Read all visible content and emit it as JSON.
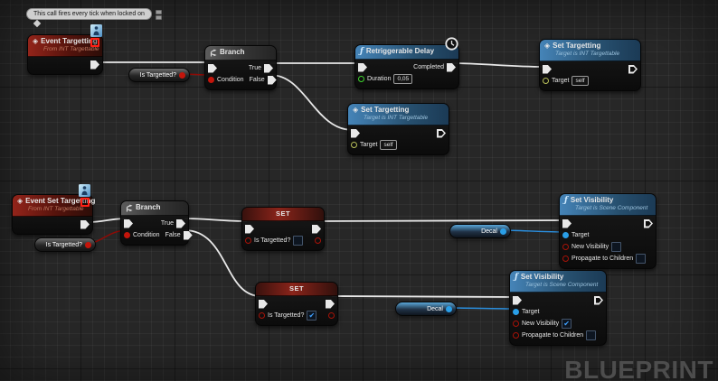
{
  "watermark": "BLUEPRINT",
  "comment": {
    "text": "This call fires every tick when locked on"
  },
  "colors": {
    "exec_wire": "#e8e8e8",
    "bool_wire": "#8e0b06",
    "object_wire": "#2a8fdf",
    "event_header": "#93241a",
    "function_header": "#4584b8",
    "float_pin": "#3fd32f",
    "interface_pin": "#b8c05a"
  },
  "nodes": {
    "event_targetting": {
      "title": "Event Targetting",
      "subtitle": "From INT Targettable"
    },
    "branch_top": {
      "title": "Branch",
      "true_label": "True",
      "false_label": "False",
      "condition_label": "Condition"
    },
    "retriggerable_delay": {
      "title": "Retriggerable Delay",
      "completed_label": "Completed",
      "duration_label": "Duration",
      "duration_value": "0,05"
    },
    "set_targetting_right": {
      "title": "Set Targetting",
      "subtitle": "Target is INT Targettable",
      "target_label": "Target",
      "target_value": "self"
    },
    "set_targetting_mid": {
      "title": "Set Targetting",
      "subtitle": "Target is INT Targettable",
      "target_label": "Target",
      "target_value": "self"
    },
    "event_set_targetting": {
      "title": "Event Set Targetting",
      "subtitle": "From INT Targettable"
    },
    "branch_bottom": {
      "title": "Branch",
      "true_label": "True",
      "false_label": "False",
      "condition_label": "Condition"
    },
    "set_top": {
      "title": "SET",
      "pin_label": "Is Targetted?",
      "checkbox": ""
    },
    "set_bottom": {
      "title": "SET",
      "pin_label": "Is Targetted?",
      "checkbox": "✔"
    },
    "set_visibility_top": {
      "title": "Set Visibility",
      "subtitle": "Target is Scene Component",
      "target_label": "Target",
      "new_visibility_label": "New Visibility",
      "new_visibility_check": "",
      "propagate_label": "Propagate to Children",
      "propagate_check": ""
    },
    "set_visibility_bottom": {
      "title": "Set Visibility",
      "subtitle": "Target is Scene Component",
      "target_label": "Target",
      "new_visibility_label": "New Visibility",
      "new_visibility_check": "✔",
      "propagate_label": "Propagate to Children",
      "propagate_check": ""
    }
  },
  "pills": {
    "is_targetted_top": {
      "label": "Is Targetted?"
    },
    "is_targetted_bottom": {
      "label": "Is Targetted?"
    },
    "decal_top": {
      "label": "Decal"
    },
    "decal_bottom": {
      "label": "Decal"
    }
  }
}
